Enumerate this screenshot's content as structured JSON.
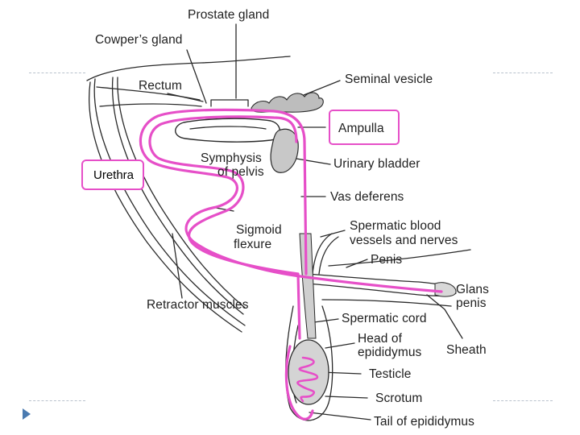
{
  "labels": {
    "prostate": "Prostate gland",
    "cowper": "Cowper’s gland",
    "rectum": "Rectum",
    "seminal": "Seminal vesicle",
    "ampulla": "Ampulla",
    "symphysis1": "Symphysis",
    "symphysis2": "of pelvis",
    "bladder": "Urinary bladder",
    "vas": "Vas deferens",
    "sigmoid1": "Sigmoid",
    "sigmoid2": "flexure",
    "blood1": "Spermatic blood",
    "blood2": "vessels and nerves",
    "penis": "Penis",
    "glans1": "Glans",
    "glans2": "penis",
    "retractor": "Retractor muscles",
    "cord": "Spermatic cord",
    "head1": "Head of",
    "head2": "epididymus",
    "sheath": "Sheath",
    "testicle": "Testicle",
    "scrotum": "Scrotum",
    "tail": "Tail of epididymus"
  },
  "callout": {
    "urethra": "Urethra"
  },
  "colors": {
    "highlight": "#e64fc8",
    "line": "#2a2a2a",
    "organ_fill": "#c8c8c8",
    "bullet": "#4a7ab0"
  }
}
